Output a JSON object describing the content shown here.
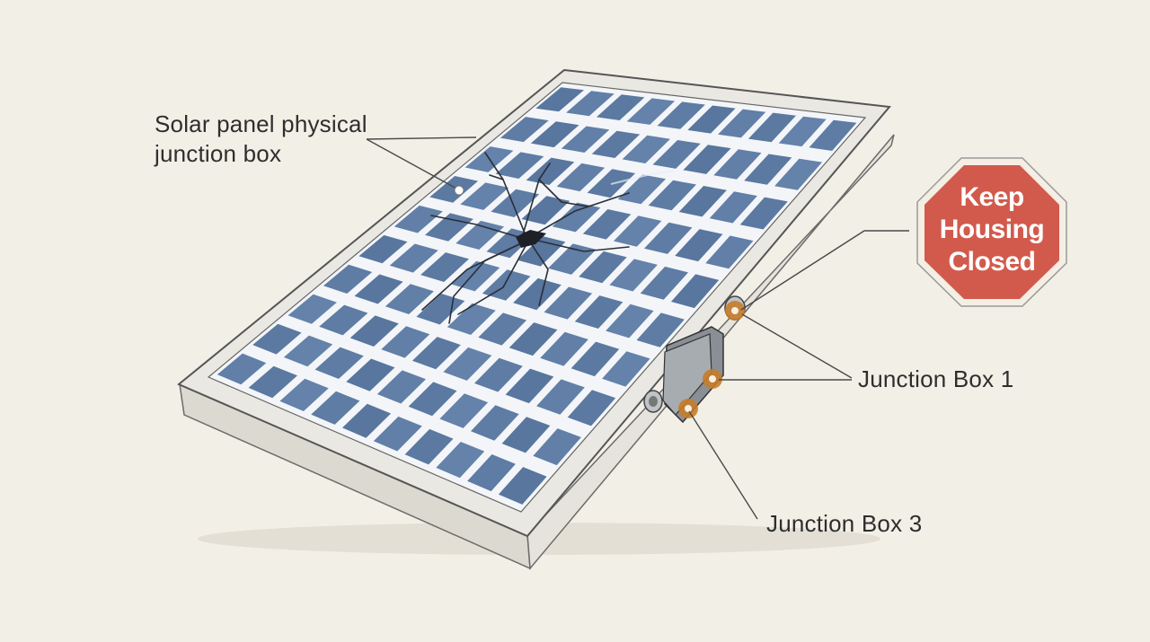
{
  "labels": {
    "panel_line1": "Solar panel physical",
    "panel_line2": "junction box",
    "junction_box_1": "Junction Box 1",
    "junction_box_3": "Junction Box 3"
  },
  "sign": {
    "line1": "Keep",
    "line2": "Housing",
    "line3": "Closed",
    "color": "#d25a4c",
    "border": "#f4eee4"
  },
  "panel": {
    "cell_color": "#5b7aa0",
    "frame_color": "#eae8e2",
    "rows": 10,
    "columns": 10,
    "cracked": true
  },
  "connector_color": "#c77c2a"
}
